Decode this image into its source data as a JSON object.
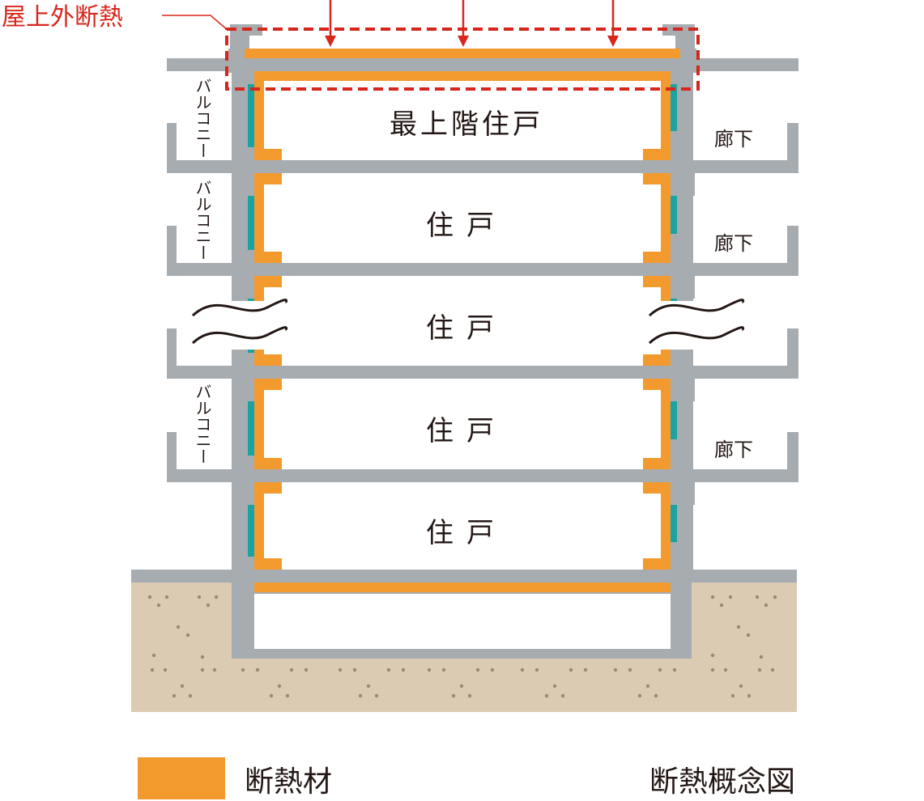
{
  "callout": {
    "text": "屋上外断熱"
  },
  "rooms": [
    {
      "label": "最上階住戸"
    },
    {
      "label": "住戸"
    },
    {
      "label": "住戸"
    },
    {
      "label": "住戸"
    },
    {
      "label": "住戸"
    }
  ],
  "balcony_labels": [
    "バルコニー",
    "バルコニー",
    "バルコニー"
  ],
  "corridor_labels": [
    "廊下",
    "廊下",
    "廊下"
  ],
  "legend": {
    "label": "断熱材"
  },
  "caption": "断熱概念図",
  "colors": {
    "insulation": "#f39a2e",
    "concrete": "#a7acb1",
    "glass": "#1aa3a3",
    "soil": "#dccbb3",
    "callout": "#d7261b"
  }
}
